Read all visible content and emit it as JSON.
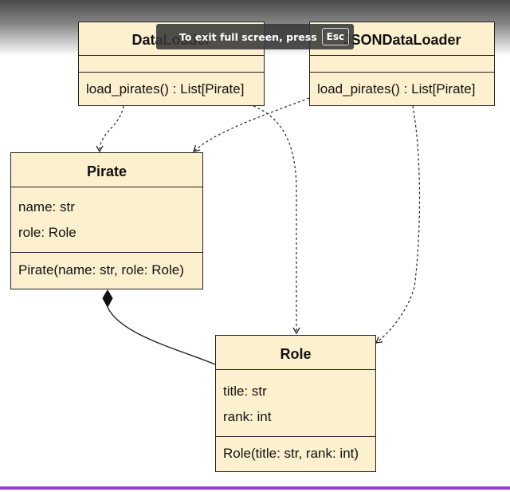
{
  "overlay": {
    "message": "To exit full screen, press",
    "key": "Esc"
  },
  "diagram": {
    "classes": {
      "data_loader": {
        "name": "DataLoader",
        "attributes": [],
        "methods": [
          "load_pirates() : List[Pirate]"
        ]
      },
      "json_data_loader": {
        "name": "JSONDataLoader",
        "attributes": [],
        "methods": [
          "load_pirates() : List[Pirate]"
        ]
      },
      "pirate": {
        "name": "Pirate",
        "attributes": [
          "name: str",
          "role: Role"
        ],
        "methods": [
          "Pirate(name: str, role: Role)"
        ]
      },
      "role": {
        "name": "Role",
        "attributes": [
          "title: str",
          "rank: int"
        ],
        "methods": [
          "Role(title: str, rank: int)"
        ]
      }
    },
    "relations": [
      {
        "from": "DataLoader",
        "to": "Pirate",
        "kind": "dependency"
      },
      {
        "from": "DataLoader",
        "to": "Role",
        "kind": "dependency"
      },
      {
        "from": "JSONDataLoader",
        "to": "Pirate",
        "kind": "dependency"
      },
      {
        "from": "JSONDataLoader",
        "to": "Role",
        "kind": "dependency"
      },
      {
        "from": "Pirate",
        "to": "Role",
        "kind": "composition"
      }
    ]
  },
  "colors": {
    "class_fill": "#fdf0cf",
    "line": "#222222",
    "progress_bar": "#9b3bd6"
  }
}
